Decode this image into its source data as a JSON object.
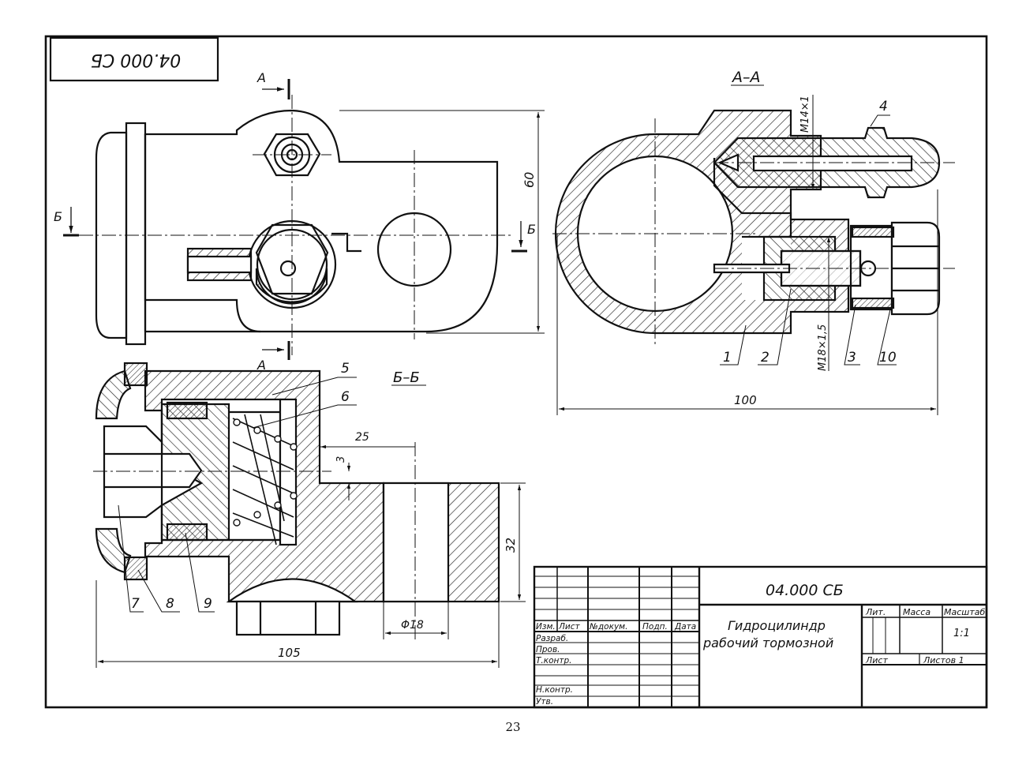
{
  "stamp": {
    "code_rotated": "04.000 СБ",
    "designation": "04.000 СБ",
    "title_line1": "Гидроцилиндр",
    "title_line2": "рабочий тормозной",
    "headers": {
      "change": "Изм.",
      "sheet": "Лист",
      "doc_no": "№докум.",
      "signature": "Подп.",
      "date": "Дата",
      "lit": "Лит.",
      "mass": "Масса",
      "scale": "Масштаб"
    },
    "scale_value": "1:1",
    "sheet_label": "Лист",
    "sheets_label": "Листов 1",
    "roles": [
      "Разраб.",
      "Пров.",
      "Т.контр.",
      "",
      "Н.контр.",
      "Утв."
    ]
  },
  "views": {
    "section_aa_title": "А–А",
    "section_bb_title": "Б–Б",
    "cut_mark_a": "А",
    "cut_mark_b": "Б"
  },
  "dimensions": {
    "height_top": "60",
    "width_aa": "100",
    "thread_m14": "M14×1",
    "thread_m18": "M18×1,5",
    "dim_25": "25",
    "dim_3": "3",
    "dim_32": "32",
    "dim_18": "Φ18",
    "dim_105": "105"
  },
  "parts": [
    "1",
    "2",
    "3",
    "4",
    "5",
    "6",
    "7",
    "8",
    "9",
    "10"
  ],
  "page_number": "23"
}
